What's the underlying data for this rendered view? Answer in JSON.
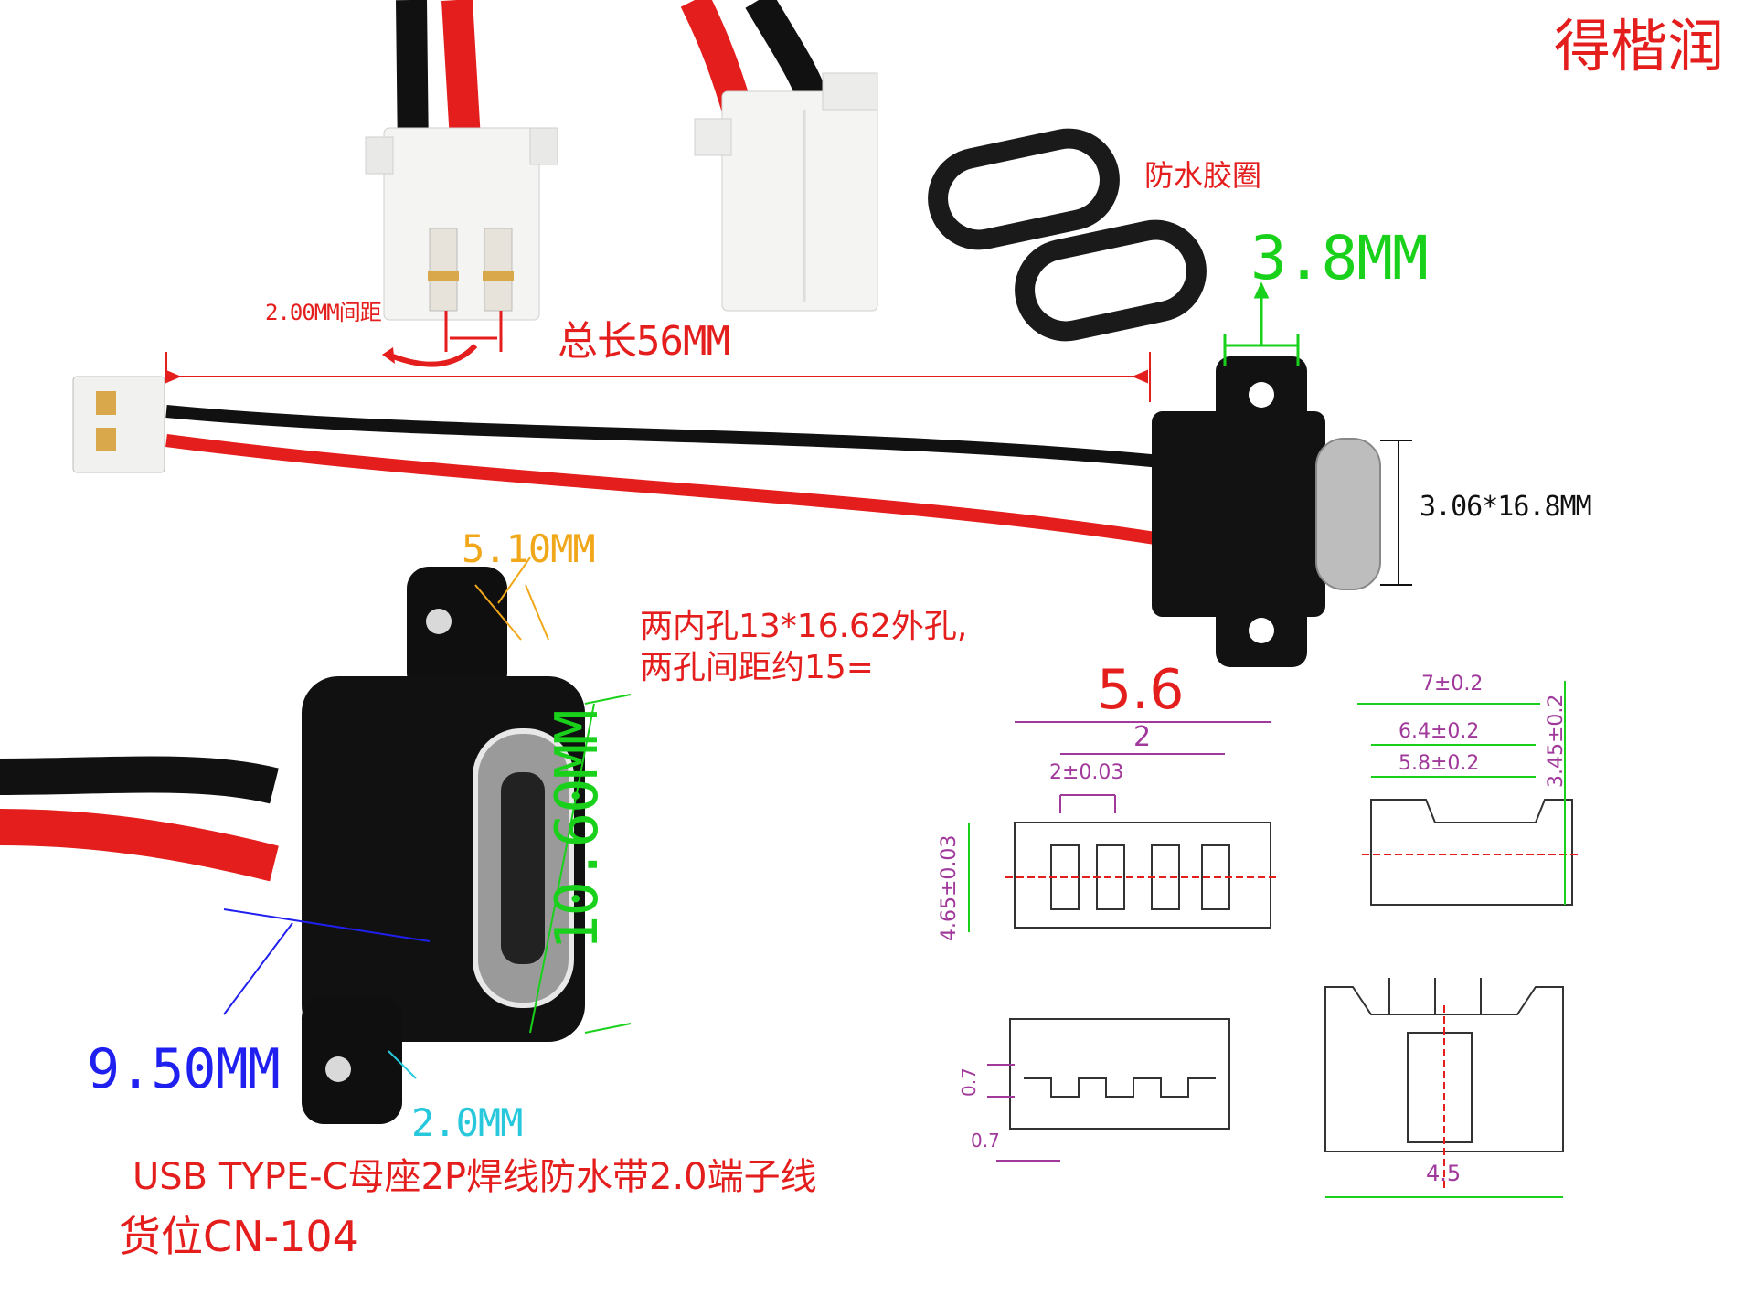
{
  "brand": "得楷润",
  "labels": {
    "pitch": "2.00MM间距",
    "total_length": "总长56MM",
    "gasket": "防水胶圈",
    "gasket_width": "3.8MM",
    "port_size": "3.06*16.8MM",
    "flange_offset": "5.10MM",
    "holes_line1": "两内孔13*16.62外孔,",
    "holes_line2": "两孔间距约15=",
    "body_height": "10.60MM",
    "body_width": "9.50MM",
    "hole_dia": "2.0MM",
    "title_line1": "USB TYPE-C母座2P焊线防水带2.0端子线",
    "title_line2": "货位CN-104"
  },
  "drawing": {
    "overall": "5.6",
    "pitch_outer": "2",
    "pitch_inner": "2±0.03",
    "height": "4.65±0.03",
    "side_w1": "7±0.2",
    "side_w2": "6.4±0.2",
    "side_w3": "5.8±0.2",
    "side_h": "3.45±0.2",
    "bottom_a": "0.7",
    "bottom_b": "0.7",
    "front_w": "4.5"
  },
  "colors": {
    "red": "#e41d1d",
    "green": "#19d11a",
    "blue": "#1f1ff0",
    "orange": "#f0a81a",
    "cyan": "#27c7dc",
    "magenta": "#a0399b",
    "black": "#111111"
  }
}
